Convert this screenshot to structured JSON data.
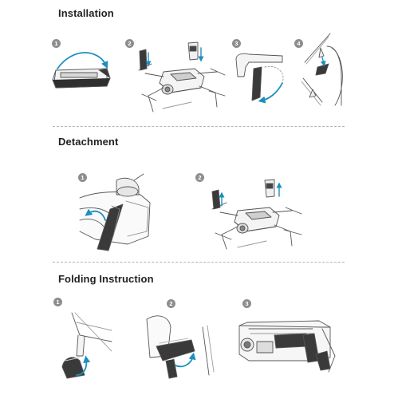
{
  "sections": [
    {
      "title": "Installation",
      "steps": [
        "1",
        "2",
        "3",
        "4"
      ]
    },
    {
      "title": "Detachment",
      "steps": [
        "1",
        "2"
      ]
    },
    {
      "title": "Folding Instruction",
      "steps": [
        "1",
        "2",
        "3"
      ]
    }
  ],
  "colors": {
    "line": "#555555",
    "accent": "#1a8fc0",
    "badge": "#8d8d8d",
    "dash": "#b4b4b4"
  }
}
